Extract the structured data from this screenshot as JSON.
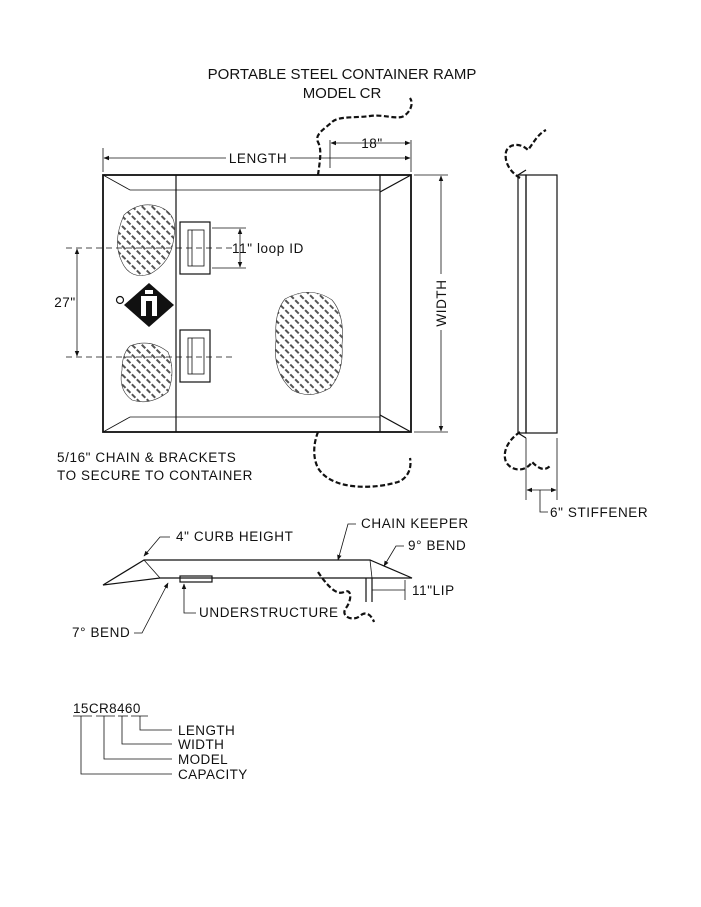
{
  "title": {
    "line1": "PORTABLE STEEL CONTAINER RAMP",
    "line2": "MODEL CR"
  },
  "top_view": {
    "length_label": "LENGTH",
    "chain_length_label": "18\"",
    "loop_label": "11\" loop ID",
    "width_label": "WIDTH",
    "spacing_label": "27\"",
    "note_line1": "5/16\" CHAIN & BRACKETS",
    "note_line2": "TO SECURE TO CONTAINER"
  },
  "side_view": {
    "stiffener_label": "6\" STIFFENER"
  },
  "profile_view": {
    "curb_label": "4\" CURB HEIGHT",
    "chain_keeper_label": "CHAIN KEEPER",
    "bend_9_label": "9° BEND",
    "lip_label": "11\"LIP",
    "understructure_label": "UNDERSTRUCTURE",
    "bend_7_label": "7° BEND"
  },
  "model_code": {
    "code": "15CR8460",
    "legend": [
      "LENGTH",
      "WIDTH",
      "MODEL",
      "CAPACITY"
    ]
  }
}
